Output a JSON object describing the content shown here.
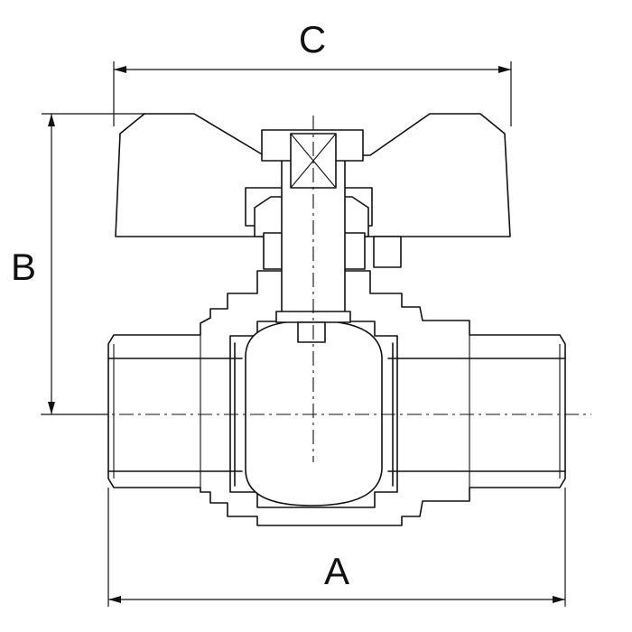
{
  "dimensions": {
    "A": "A",
    "B": "B",
    "C": "C"
  },
  "colors": {
    "line": "#111111",
    "background": "#ffffff"
  }
}
